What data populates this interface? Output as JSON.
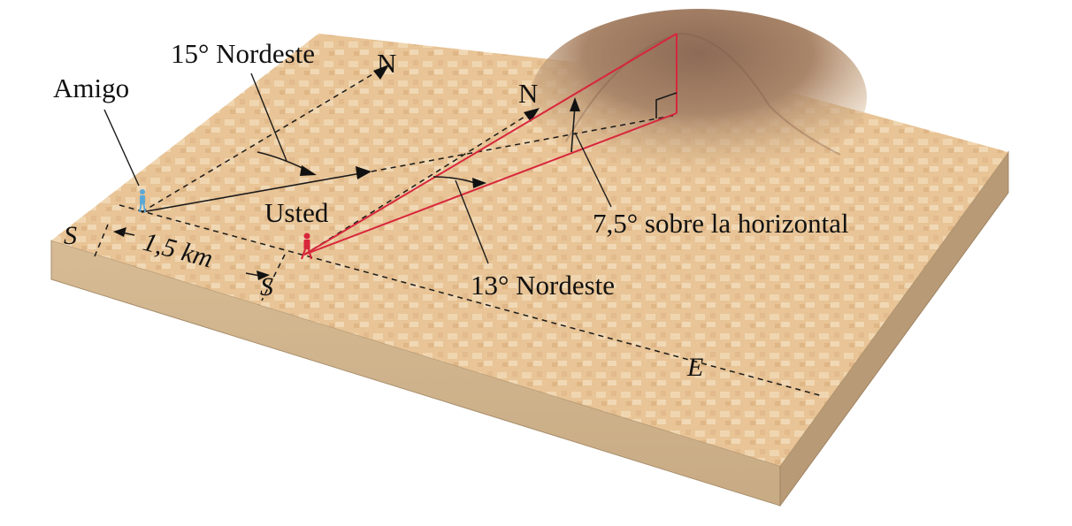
{
  "labels": {
    "friend": "Amigo",
    "you": "Usted",
    "friend_bearing": "15° Nordeste",
    "your_bearing": "13° Nordeste",
    "elevation": "7,5° sobre la horizontal",
    "north_friend": "N",
    "north_you": "N",
    "south_friend": "S",
    "south_you": "S",
    "east": "E",
    "distance": "1,5 km"
  },
  "colors": {
    "terrain": "#e8c496",
    "terrain_light": "#f3dcb8",
    "slab_front": "#cfb48f",
    "slab_side": "#b89b76",
    "mountain": "#8c6a55",
    "sight_lines": "#d8263c",
    "friend_figure": "#5aa8d8",
    "you_figure": "#d8263c",
    "ink": "#111111"
  },
  "icons": {
    "friend": "person-icon",
    "you": "person-icon"
  }
}
